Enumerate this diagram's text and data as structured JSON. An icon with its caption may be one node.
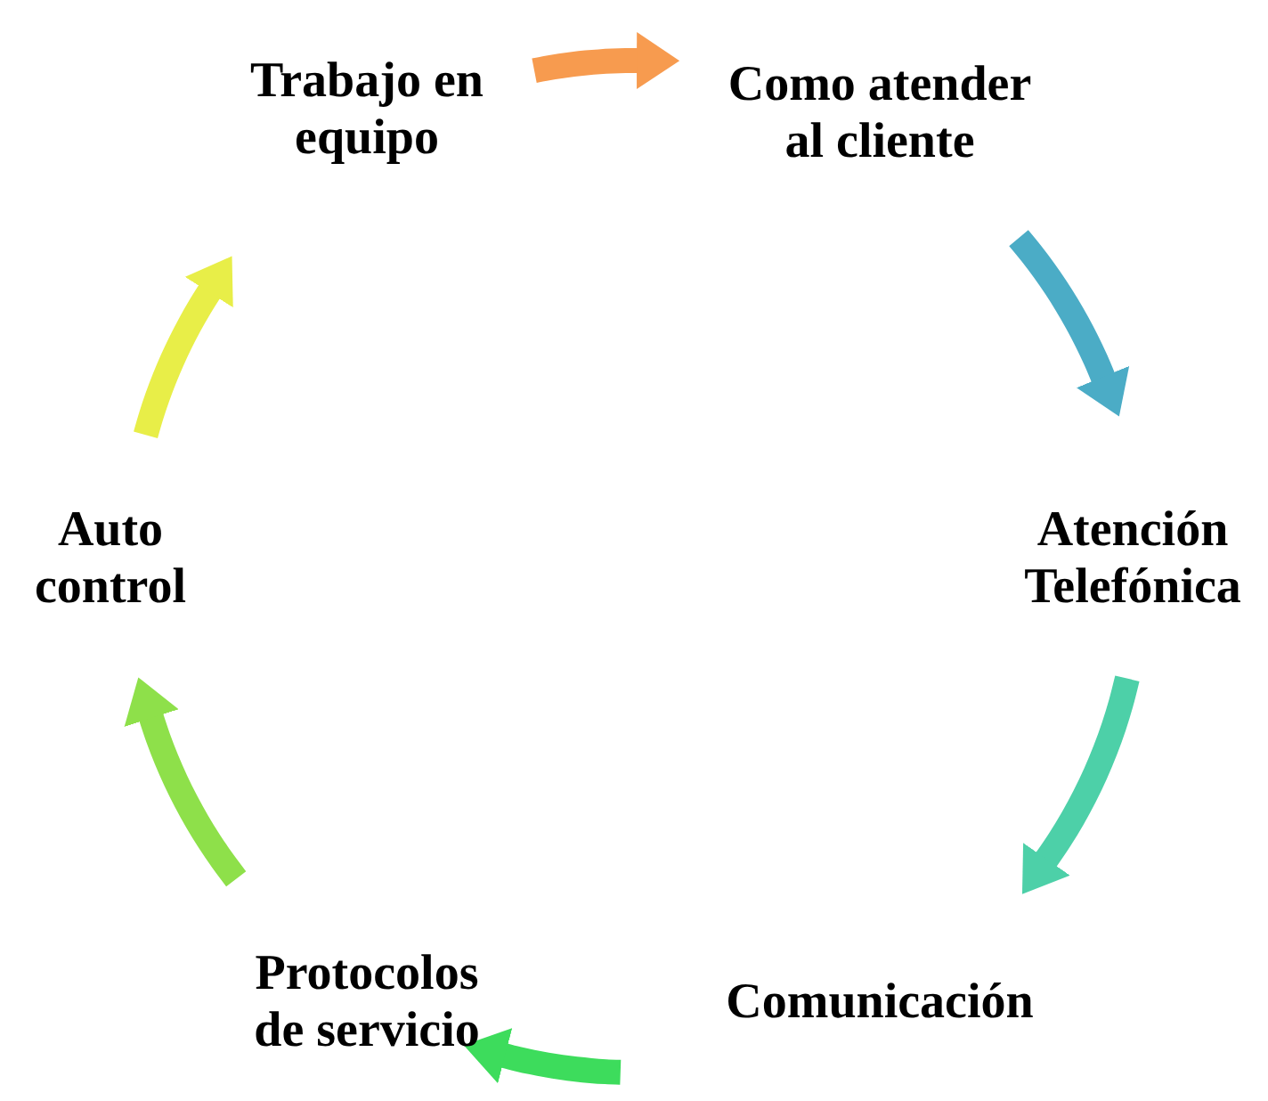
{
  "diagram": {
    "nodes": [
      {
        "text": [
          "Trabajo en equipo"
        ]
      },
      {
        "text": [
          "Como atender al cliente"
        ]
      },
      {
        "text": [
          "Atención Telefónica"
        ]
      },
      {
        "text": [
          "Comunicación"
        ]
      },
      {
        "text": [
          "Protocolos de servicio"
        ]
      },
      {
        "text": [
          "Auto control"
        ]
      }
    ],
    "edges": [
      {
        "from": 0,
        "to": 1,
        "arrow": "to",
        "color": "#f79b4f"
      },
      {
        "from": 1,
        "to": 2,
        "arrow": "to",
        "color": "#4bacc6"
      },
      {
        "from": 2,
        "to": 3,
        "arrow": "to",
        "color": "#4dd0a8"
      },
      {
        "from": 3,
        "to": 4,
        "arrow": "to",
        "color": "#3ddc5c"
      },
      {
        "from": 4,
        "to": 5,
        "arrow": "to",
        "color": "#8ee04a"
      },
      {
        "from": 5,
        "to": 0,
        "arrow": "to",
        "color": "#e8ee48"
      }
    ]
  }
}
